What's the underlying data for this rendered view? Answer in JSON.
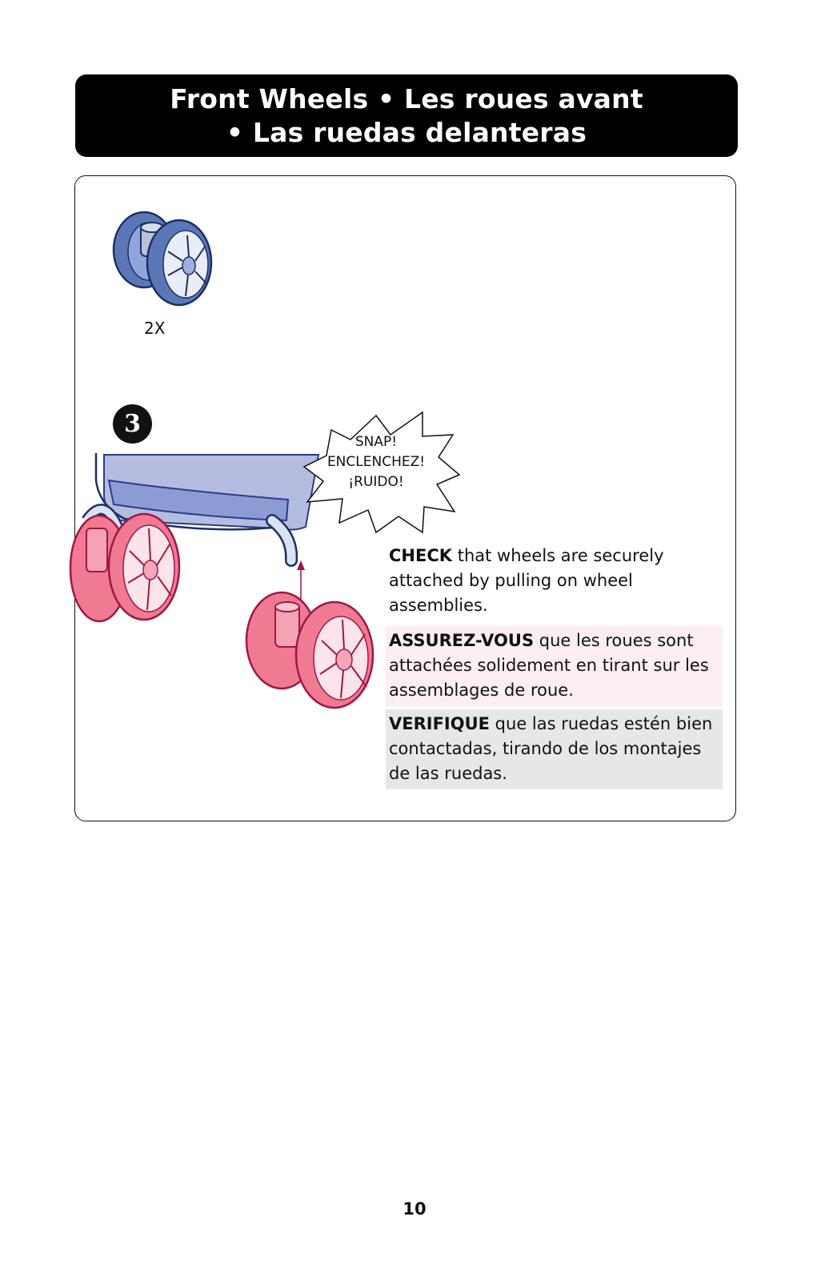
{
  "header": {
    "line1": "Front Wheels • Les roues avant",
    "line2": "• Las ruedas delanteras"
  },
  "parts": {
    "quantity_label": "2X"
  },
  "step": {
    "number": "3"
  },
  "callout": {
    "lines": [
      "SNAP!",
      "ENCLENCHEZ!",
      "¡RUIDO!"
    ]
  },
  "instructions": {
    "en": {
      "keyword": "CHECK",
      "text": " that wheels are securely attached by pulling on wheel assemblies."
    },
    "fr": {
      "keyword": "ASSUREZ-VOUS",
      "text": " que les roues sont attachées solidement en tirant sur les assemblages de roue."
    },
    "es": {
      "keyword": "VERIFIQUE",
      "text": " que las ruedas estén bien contactadas, tirando de los montajes de las ruedas."
    }
  },
  "colors": {
    "header_bg": "#000000",
    "wheel_blue": "#5a78b8",
    "wheel_pink": "#f07a92",
    "french_bg": "#fdeef3",
    "spanish_bg": "#e6e8e7"
  },
  "footer": {
    "page_number": "10"
  }
}
